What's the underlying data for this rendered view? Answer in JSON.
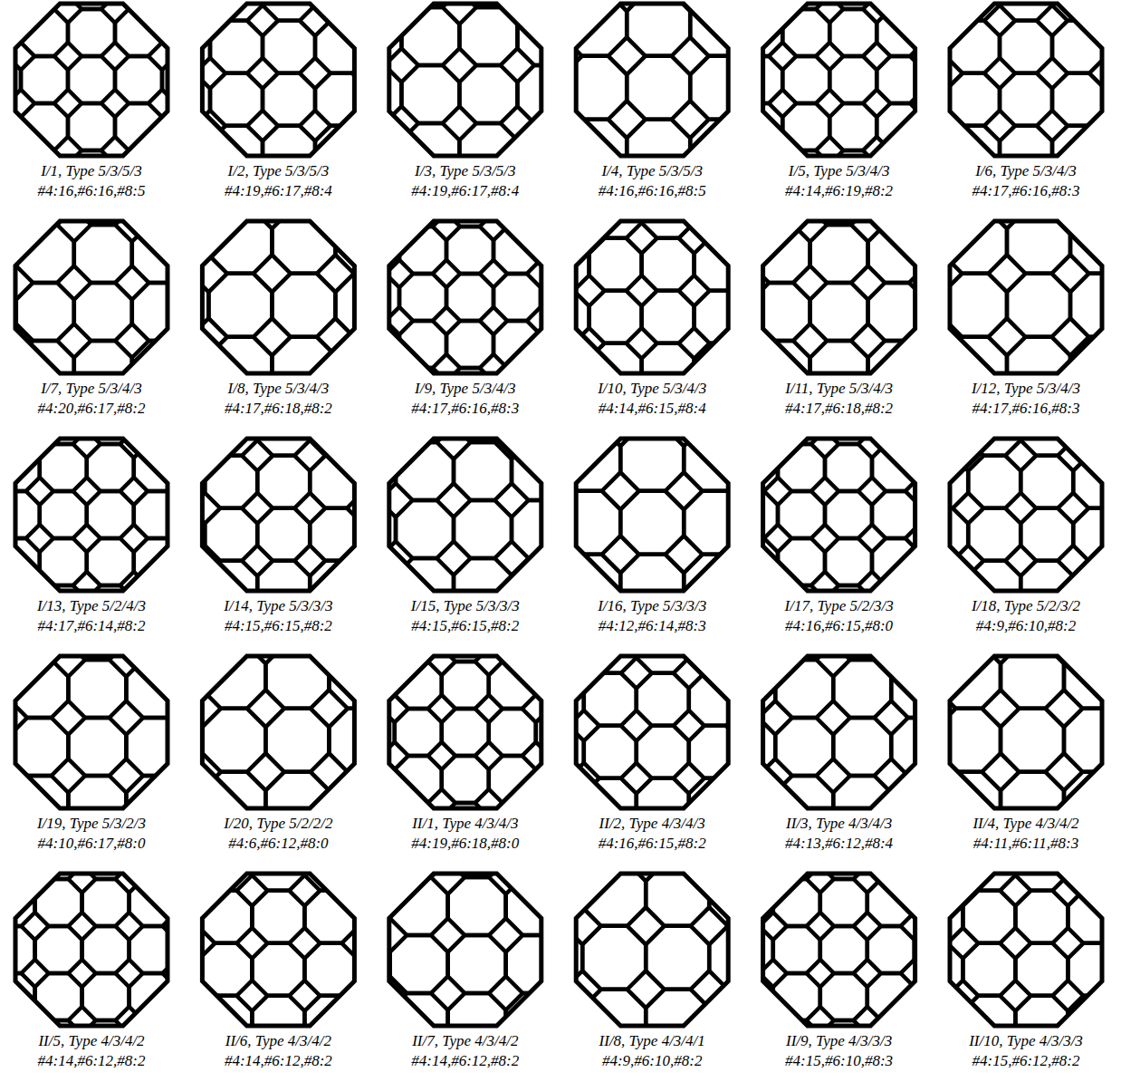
{
  "diagram": {
    "labels": [
      "I/1, Type 5/3/5/3",
      "#4:16,#6:16,#8:5",
      "I/2, Type 5/3/5/3",
      "#4:19,#6:17,#8:4",
      "I/3, Type 5/3/5/3",
      "#4:19,#6:17,#8:4",
      "I/4, Type 5/3/5/3",
      "#4:16,#6:16,#8:5",
      "I/5, Type 5/3/4/3",
      "#4:14,#6:19,#8:2",
      "I/6, Type 5/3/4/3",
      "#4:17,#6:16,#8:3",
      "I/7, Type 5/3/4/3",
      "#4:20,#6:17,#8:2",
      "I/8, Type 5/3/4/3",
      "#4:17,#6:18,#8:2",
      "I/9, Type 5/3/4/3",
      "#4:17,#6:16,#8:3",
      "I/10, Type 5/3/4/3",
      "#4:14,#6:15,#8:4",
      "I/11, Type 5/3/4/3",
      "#4:17,#6:18,#8:2",
      "I/12, Type 5/3/4/3",
      "#4:17,#6:16,#8:3",
      "I/13, Type 5/2/4/3",
      "#4:17,#6:14,#8:2",
      "I/14, Type 5/3/3/3",
      "#4:15,#6:15,#8:2",
      "I/15, Type 5/3/3/3",
      "#4:15,#6:15,#8:2",
      "I/16, Type 5/3/3/3",
      "#4:12,#6:14,#8:3",
      "I/17, Type 5/2/3/3",
      "#4:16,#6:15,#8:0",
      "I/18, Type 5/2/3/2",
      "#4:9,#6:10,#8:2",
      "I/19, Type 5/3/2/3",
      "#4:10,#6:17,#8:0",
      "I/20, Type 5/2/2/2",
      "#4:6,#6:12,#8:0",
      "II/1, Type 4/3/4/3",
      "#4:19,#6:18,#8:0",
      "II/2, Type 4/3/4/3",
      "#4:16,#6:15,#8:2",
      "II/3, Type 4/3/4/3",
      "#4:13,#6:12,#8:4",
      "II/4, Type 4/3/4/2",
      "#4:11,#6:11,#8:3",
      "II/5, Type 4/3/4/2",
      "#4:14,#6:12,#8:2",
      "II/6, Type 4/3/4/2",
      "#4:14,#6:12,#8:2",
      "II/7, Type 4/3/4/2",
      "#4:14,#6:12,#8:2",
      "II/8, Type 4/3/4/1",
      "#4:9,#6:10,#8:2",
      "II/9, Type 4/3/3/3",
      "#4:15,#6:10,#8:3",
      "II/10, Type 4/3/3/3",
      "#4:15,#6:12,#8:2"
    ]
  }
}
